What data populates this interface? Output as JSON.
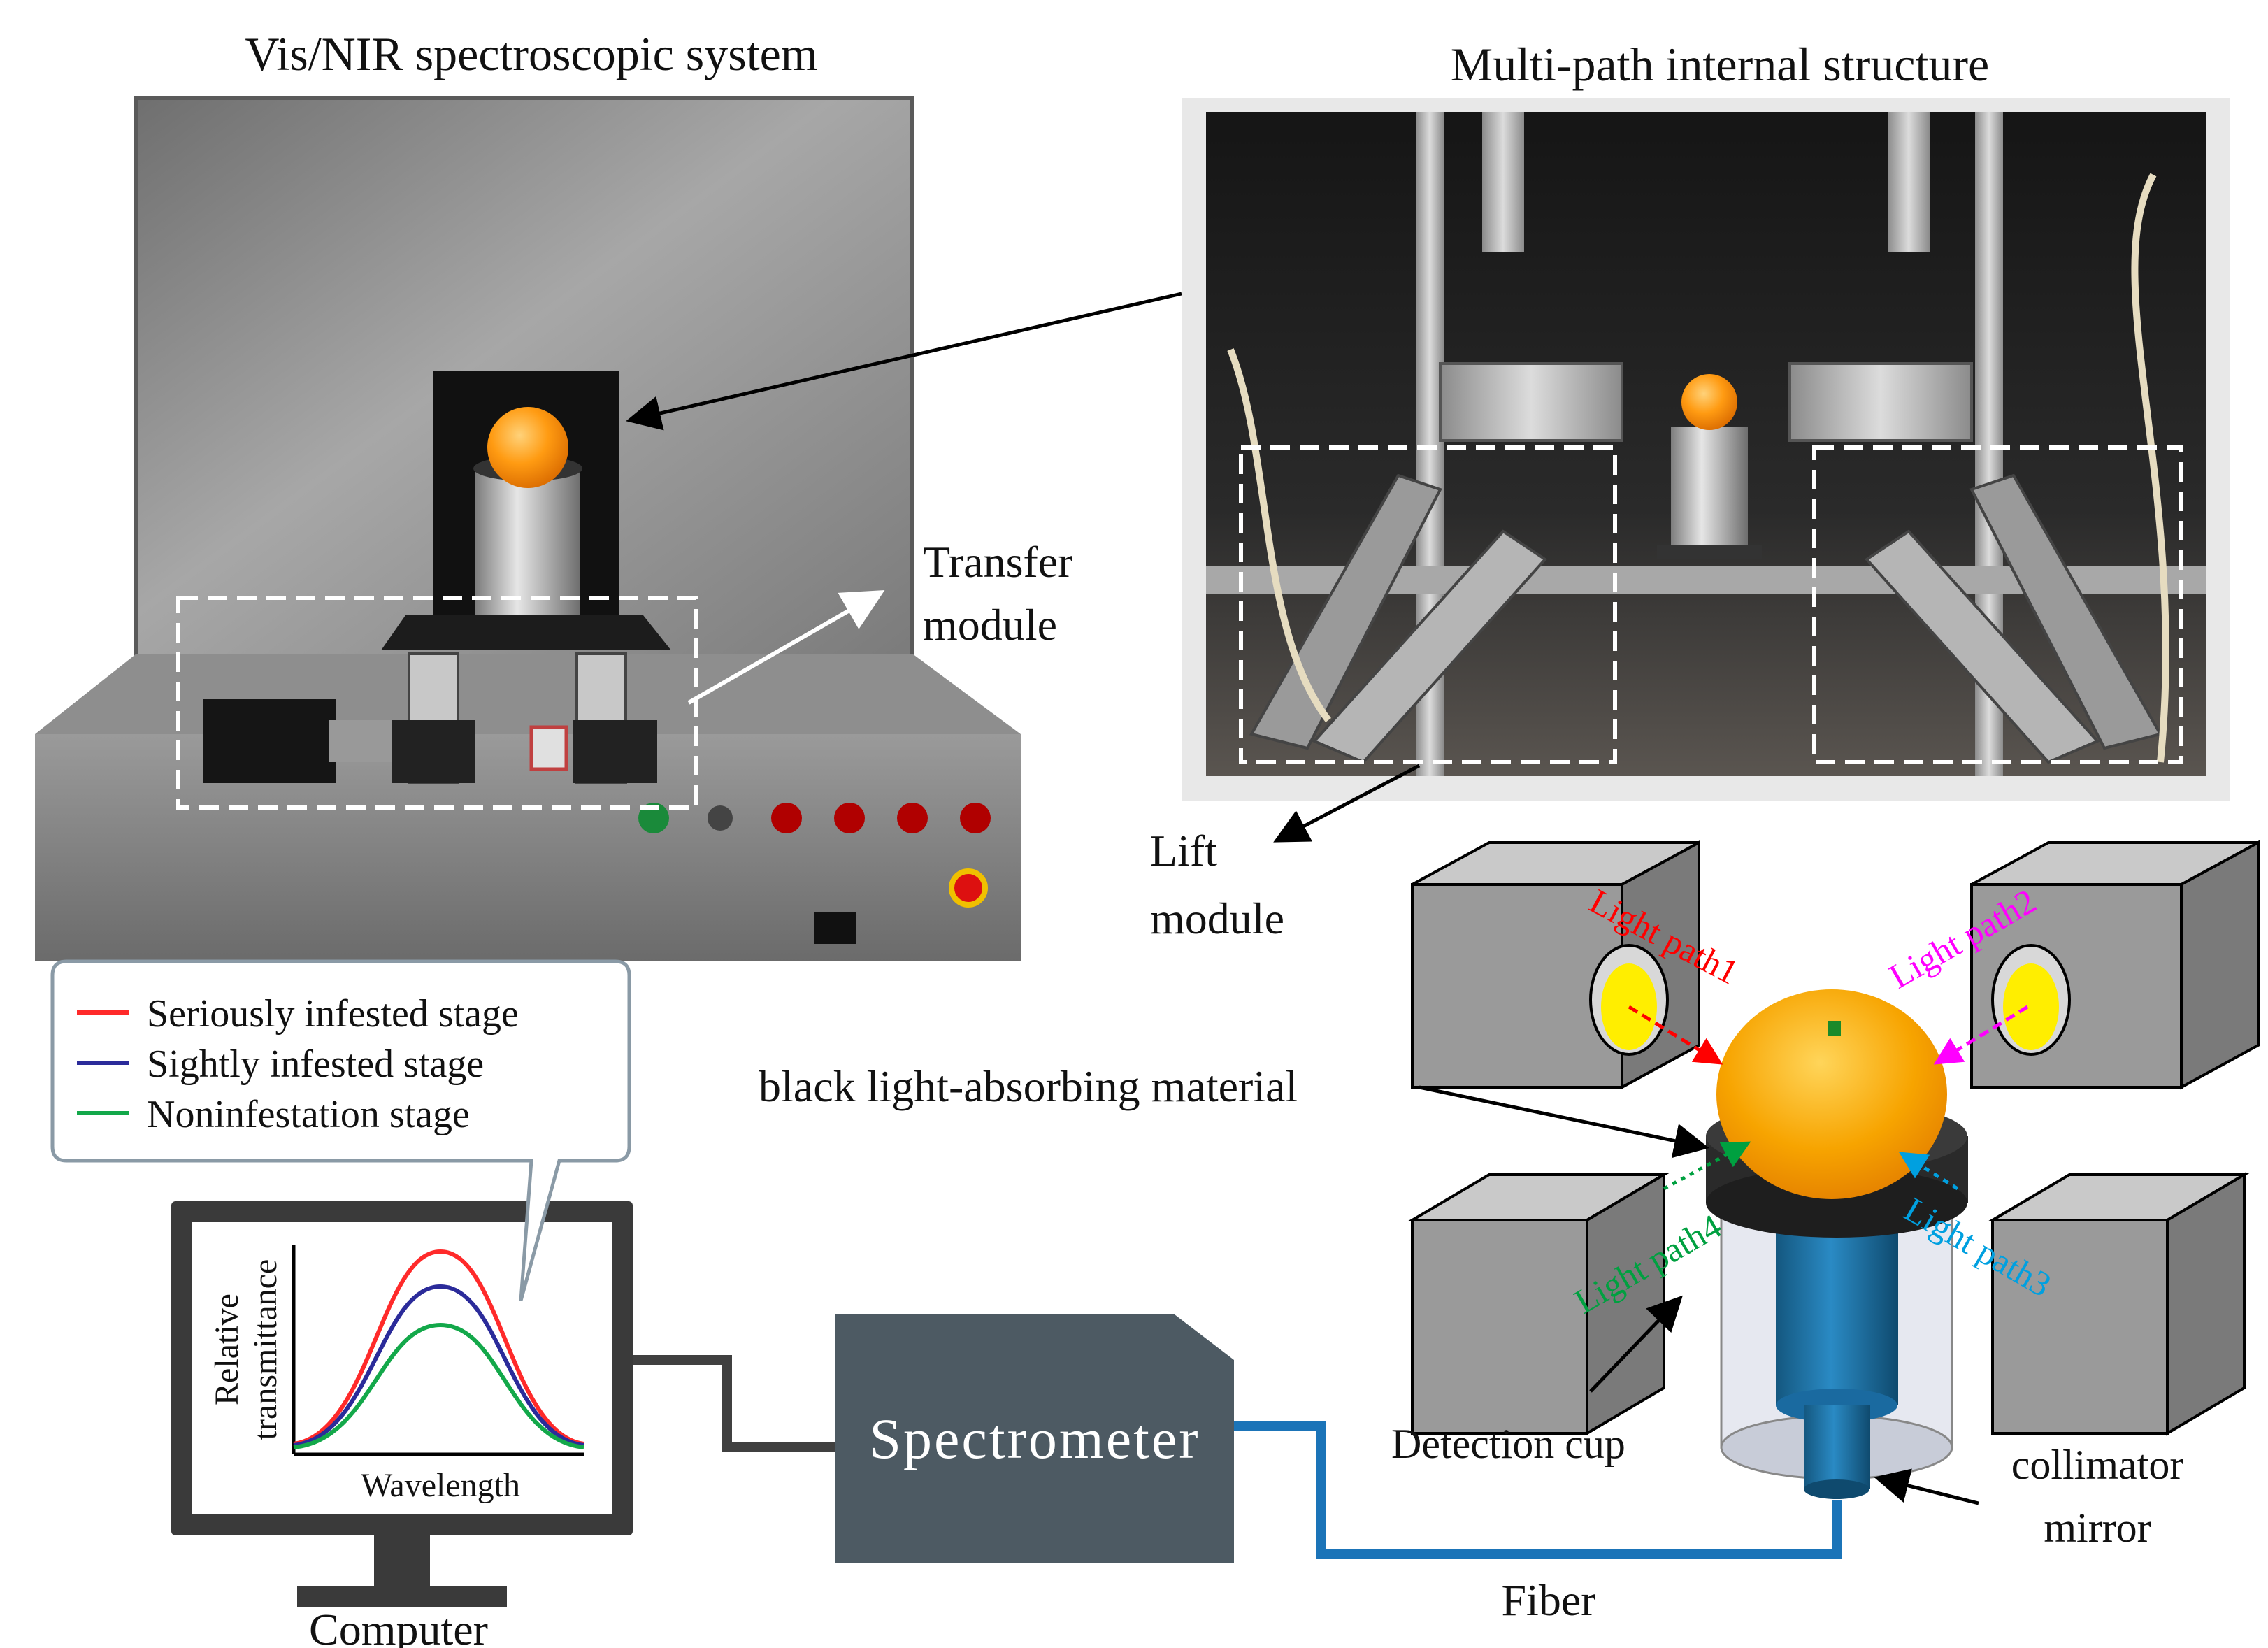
{
  "titles": {
    "left_photo": "Vis/NIR spectroscopic system",
    "right_photo": "Multi-path internal structure"
  },
  "labels": {
    "transfer_line1": "Transfer",
    "transfer_line2": "module",
    "lift_line1": "Lift",
    "lift_line2": "module",
    "black_material": "black light-absorbing material",
    "detection_cup": "Detection cup",
    "collimator_line1": "collimator",
    "collimator_line2": "mirror",
    "fiber": "Fiber",
    "computer": "Computer",
    "spectrometer": "Spectrometer"
  },
  "light_paths": [
    {
      "label": "Light path1",
      "color": "#ff0000"
    },
    {
      "label": "Light path2",
      "color": "#ff00ff"
    },
    {
      "label": "Light path3",
      "color": "#00a0e0"
    },
    {
      "label": "Light path4",
      "color": "#00a040"
    }
  ],
  "legend": [
    {
      "label": "Seriously infested stage",
      "color": "#ff2a2a"
    },
    {
      "label": "Sightly infested stage",
      "color": "#2b2b9a"
    },
    {
      "label": "Noninfestation stage",
      "color": "#13a84a"
    }
  ],
  "mini_chart": {
    "xlabel": "Wavelength",
    "ylabel_line1": "Relative",
    "ylabel_line2": "transmittance"
  },
  "colors": {
    "fiber": "#1b74b8",
    "cable": "#404040",
    "spectrometer_body": "#4d5a63",
    "fruit": "#f5a000",
    "box_face": "#9a9a9a"
  }
}
